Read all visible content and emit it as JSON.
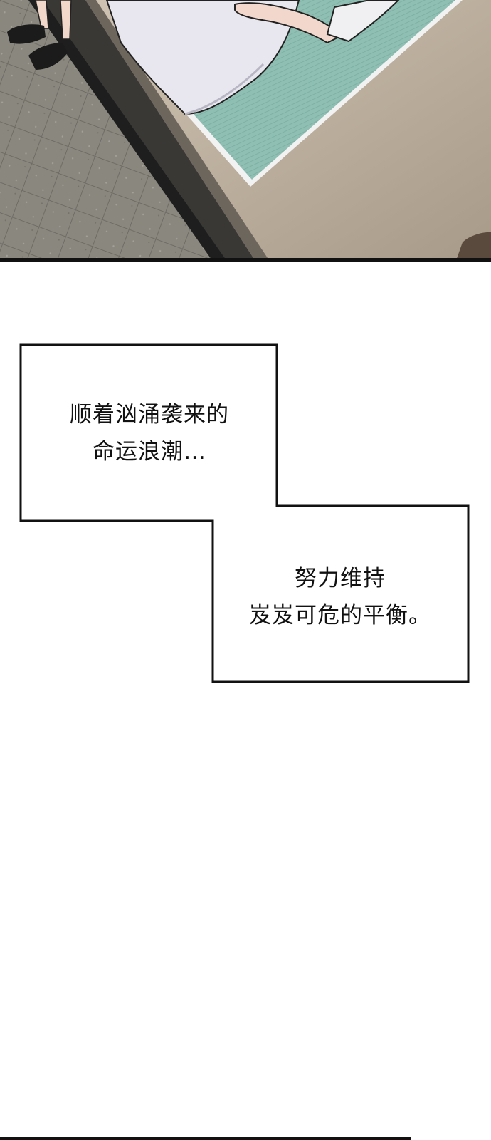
{
  "colors": {
    "floor": "#8a877f",
    "wall": "#bfb2a1",
    "frame": "#1e1e1e",
    "poster_green": "#8fbfb3",
    "box_border": "#111111",
    "text": "#111111",
    "background": "#ffffff"
  },
  "captions": [
    {
      "lines": [
        "顺着汹涌袭来的",
        "命运浪潮…"
      ]
    },
    {
      "lines": [
        "努力维持",
        "岌岌可危的平衡。"
      ]
    }
  ]
}
